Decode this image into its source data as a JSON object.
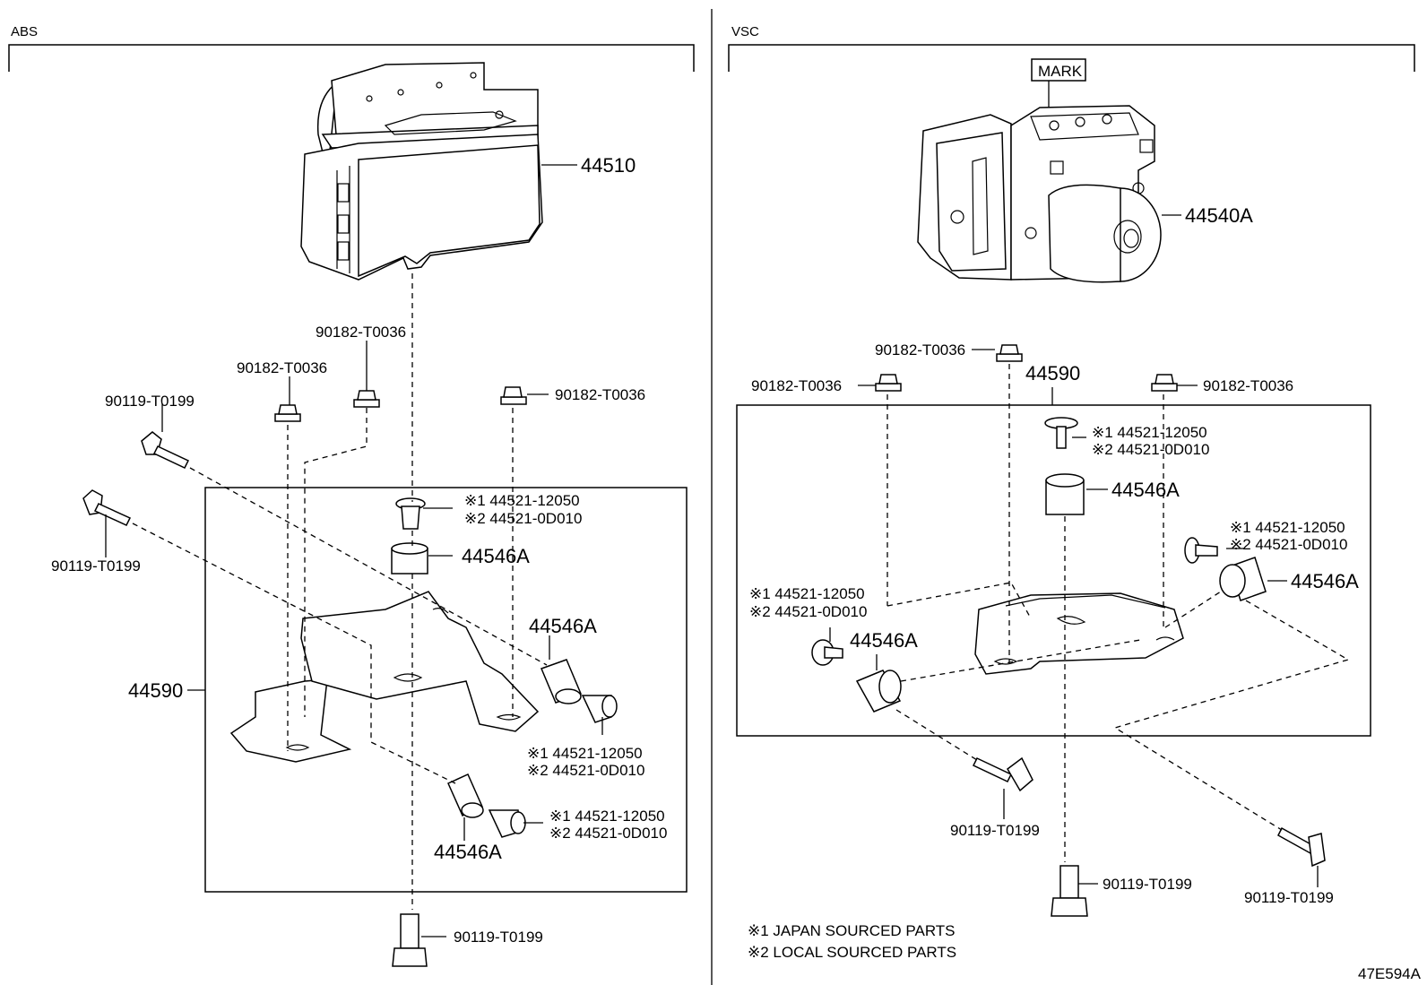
{
  "sections": {
    "abs": "ABS",
    "vsc": "VSC"
  },
  "abs": {
    "actuator": "44510",
    "nut_a": "90182-T0036",
    "nut_b": "90182-T0036",
    "nut_c": "90182-T0036",
    "bolt_a": "90119-T0199",
    "bolt_b": "90119-T0199",
    "bolt_bottom": "90119-T0199",
    "bracket": "44590",
    "collar_top_1": "※1 44521-12050",
    "collar_top_2": "※2 44521-0D010",
    "cushion_top": "44546A",
    "cushion_right": "44546A",
    "collar_right_1": "※1 44521-12050",
    "collar_right_2": "※2 44521-0D010",
    "collar_low_1": "※1 44521-12050",
    "collar_low_2": "※2 44521-0D010",
    "cushion_low": "44546A"
  },
  "vsc": {
    "mark": "MARK",
    "actuator": "44540A",
    "nut_center": "90182-T0036",
    "nut_left": "90182-T0036",
    "nut_right": "90182-T0036",
    "bracket": "44590",
    "collar_top_1": "※1 44521-12050",
    "collar_top_2": "※2 44521-0D010",
    "cushion_top": "44546A",
    "collar_right_1": "※1 44521-12050",
    "collar_right_2": "※2 44521-0D010",
    "cushion_right": "44546A",
    "collar_left_1": "※1 44521-12050",
    "collar_left_2": "※2 44521-0D010",
    "cushion_left": "44546A",
    "bolt_left": "90119-T0199",
    "bolt_center": "90119-T0199",
    "bolt_right": "90119-T0199"
  },
  "notes": {
    "note1": "※1 JAPAN SOURCED PARTS",
    "note2": "※2 LOCAL SOURCED PARTS"
  },
  "diagram_id": "47E594A"
}
